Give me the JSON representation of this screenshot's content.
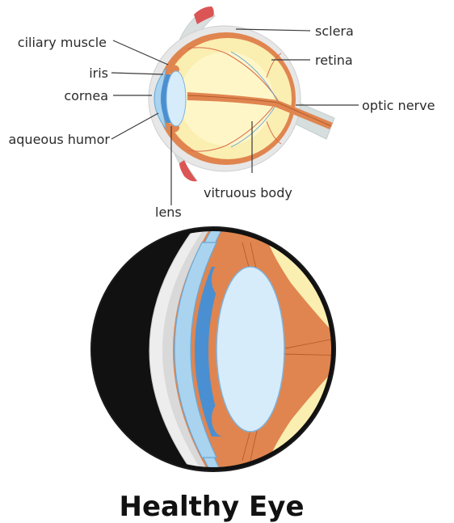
{
  "labels": {
    "ciliary_muscle": "ciliary muscle",
    "iris": "iris",
    "cornea": "cornea",
    "aqueous_humor": "aqueous humor",
    "sclera": "sclera",
    "retina": "retina",
    "optic_nerve": "optic nerve",
    "vitreous_body": "vitruous body",
    "lens": "lens"
  },
  "title": "Healthy Eye",
  "colors": {
    "sclera": "#e7e7e7",
    "choroid": "#e0854f",
    "vitreous": "#fbeeb1",
    "vitreous_shade": "#f5da7e",
    "cornea": "#a9d3ef",
    "iris": "#4a8fd1",
    "lens": "#d7ecfa",
    "muscle": "#dc5555",
    "outline": "#222222"
  },
  "icons": {
    "top": "eyeball-cross-section-icon",
    "bottom": "magnified-lens-closeup-icon"
  }
}
